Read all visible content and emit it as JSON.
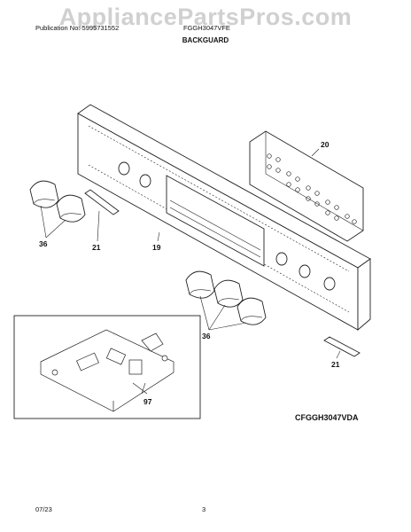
{
  "header": {
    "publication": "Publication No: 5995731552",
    "model": "FGGH3047VFE",
    "section_title": "BACKGUARD"
  },
  "watermark": "AppliancePartsPros.com",
  "diagram": {
    "callouts": {
      "panel": "19",
      "control_board": "20",
      "bracket_left": "21",
      "bracket_right": "21",
      "knobs_left": "36",
      "knobs_right": "36",
      "inset_board": "97"
    },
    "code": "CFGGH3047VDA"
  },
  "footer": {
    "date": "07/23",
    "page": "3"
  }
}
